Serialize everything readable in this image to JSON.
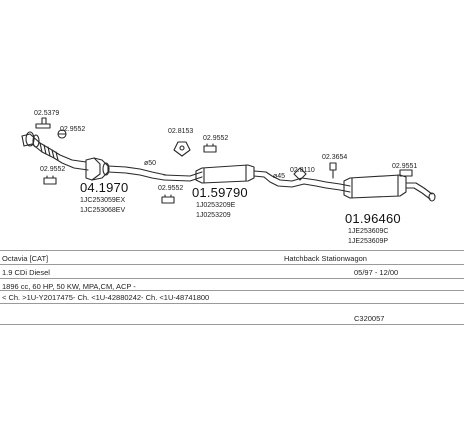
{
  "labels": {
    "clamp_top": "02.5379",
    "clamp_a": "02.9552",
    "clamp_b": "02.9552",
    "part1_code": "04.1970",
    "part1_ref1": "1JC253059EX",
    "part1_ref2": "1JC253068EV",
    "pipe_dim_1": "ø50",
    "clamp_c": "02.8153",
    "clamp_d": "02.9552",
    "clamp_e": "02.9552",
    "part2_code": "01.59790",
    "part2_ref1": "1J0253209E",
    "part2_ref2": "1J0253209",
    "clamp_f": "02.8110",
    "pipe_dim_2": "ø45",
    "clamp_g": "02.3654",
    "clamp_h": "02.9551",
    "part3_code": "01.96460",
    "part3_ref1": "1JE253609C",
    "part3_ref2": "1JE253609P"
  },
  "info": {
    "model": "Octavia  [CAT]",
    "body_type": "Hatchback Stationwagon",
    "engine": "1.9 CDi Diesel",
    "dates": "05/97 - 12/00",
    "spec": "1896 cc, 60 HP, 50 KW, MPA,CM, ACP -",
    "chassis": "< Ch. >1U-Y2017475- Ch. <1U-42880242- Ch. <1U-48741800",
    "code": "C320057"
  }
}
